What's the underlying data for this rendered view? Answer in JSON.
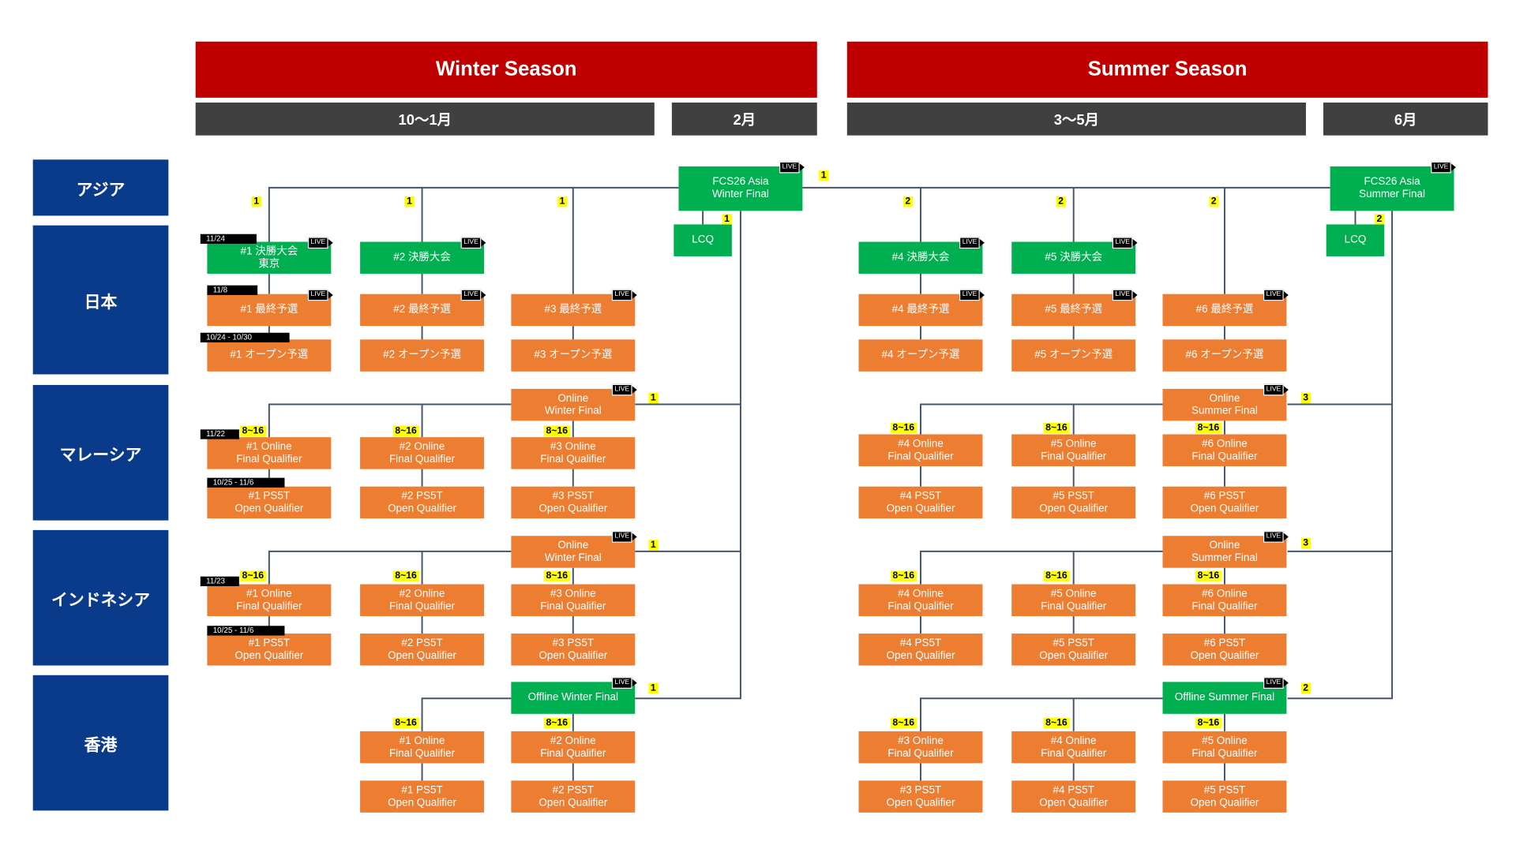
{
  "seasons": [
    {
      "label": "Winter Season"
    },
    {
      "label": "Summer Season"
    }
  ],
  "months": [
    {
      "label": "10〜1月"
    },
    {
      "label": "2月"
    },
    {
      "label": "3〜5月"
    },
    {
      "label": "6月"
    }
  ],
  "regions": [
    {
      "label": "アジア"
    },
    {
      "label": "日本"
    },
    {
      "label": "マレーシア"
    },
    {
      "label": "インドネシア"
    },
    {
      "label": "香港"
    }
  ],
  "badge_live": "LIVE",
  "colors": {
    "season": "#c00000",
    "month": "#404040",
    "region": "#0a3a8a",
    "qualifier": "#ed7d31",
    "final": "#00b050",
    "seats": "#ffff00"
  },
  "boxes": [
    {
      "id": "a1",
      "label": "FCS26 Asia\nWinter Final",
      "color": "green",
      "live": true
    },
    {
      "id": "a2",
      "label": "LCQ",
      "color": "green",
      "live": false
    },
    {
      "id": "a3",
      "label": "FCS26 Asia\nSummer Final",
      "color": "green",
      "live": true
    },
    {
      "id": "a4",
      "label": "LCQ",
      "color": "green",
      "live": false
    },
    {
      "id": "j1",
      "label": "#1 決勝大会\n東京",
      "color": "green",
      "live": true
    },
    {
      "id": "j2",
      "label": "#2 決勝大会",
      "color": "green",
      "live": true
    },
    {
      "id": "j3",
      "label": "#1 最終予選",
      "color": "orange",
      "live": true
    },
    {
      "id": "j4",
      "label": "#2 最終予選",
      "color": "orange",
      "live": true
    },
    {
      "id": "j5",
      "label": "#3 最終予選",
      "color": "orange",
      "live": true
    },
    {
      "id": "j6",
      "label": "#1 オープン予選",
      "color": "orange",
      "live": false
    },
    {
      "id": "j7",
      "label": "#2 オープン予選",
      "color": "orange",
      "live": false
    },
    {
      "id": "j8",
      "label": "#3 オープン予選",
      "color": "orange",
      "live": false
    },
    {
      "id": "j9",
      "label": "#4 決勝大会",
      "color": "green",
      "live": true
    },
    {
      "id": "j10",
      "label": "#5 決勝大会",
      "color": "green",
      "live": true
    },
    {
      "id": "j11",
      "label": "#4 最終予選",
      "color": "orange",
      "live": true
    },
    {
      "id": "j12",
      "label": "#5 最終予選",
      "color": "orange",
      "live": true
    },
    {
      "id": "j13",
      "label": "#6 最終予選",
      "color": "orange",
      "live": true
    },
    {
      "id": "j14",
      "label": "#4 オープン予選",
      "color": "orange",
      "live": false
    },
    {
      "id": "j15",
      "label": "#5 オープン予選",
      "color": "orange",
      "live": false
    },
    {
      "id": "j16",
      "label": "#6 オープン予選",
      "color": "orange",
      "live": false
    },
    {
      "id": "m1",
      "label": "Online\nWinter Final",
      "color": "orange",
      "live": true
    },
    {
      "id": "m2",
      "label": "#1 Online\nFinal Qualifier",
      "color": "orange",
      "live": false
    },
    {
      "id": "m3",
      "label": "#2 Online\nFinal Qualifier",
      "color": "orange",
      "live": false
    },
    {
      "id": "m4",
      "label": "#3 Online\nFinal Qualifier",
      "color": "orange",
      "live": false
    },
    {
      "id": "m5",
      "label": "#1 PS5T\nOpen Qualifier",
      "color": "orange",
      "live": false
    },
    {
      "id": "m6",
      "label": "#2 PS5T\nOpen Qualifier",
      "color": "orange",
      "live": false
    },
    {
      "id": "m7",
      "label": "#3 PS5T\nOpen Qualifier",
      "color": "orange",
      "live": false
    },
    {
      "id": "m8",
      "label": "Online\nSummer Final",
      "color": "orange",
      "live": true
    },
    {
      "id": "m9",
      "label": "#4 Online\nFinal Qualifier",
      "color": "orange",
      "live": false
    },
    {
      "id": "m10",
      "label": "#5 Online\nFinal Qualifier",
      "color": "orange",
      "live": false
    },
    {
      "id": "m11",
      "label": "#6 Online\nFinal Qualifier",
      "color": "orange",
      "live": false
    },
    {
      "id": "m12",
      "label": "#4 PS5T\nOpen Qualifier",
      "color": "orange",
      "live": false
    },
    {
      "id": "m13",
      "label": "#5 PS5T\nOpen Qualifier",
      "color": "orange",
      "live": false
    },
    {
      "id": "m14",
      "label": "#6 PS5T\nOpen Qualifier",
      "color": "orange",
      "live": false
    },
    {
      "id": "i1",
      "label": "Online\nWinter Final",
      "color": "orange",
      "live": true
    },
    {
      "id": "i2",
      "label": "#1 Online\nFinal Qualifier",
      "color": "orange",
      "live": false
    },
    {
      "id": "i3",
      "label": "#2 Online\nFinal Qualifier",
      "color": "orange",
      "live": false
    },
    {
      "id": "i4",
      "label": "#3 Online\nFinal Qualifier",
      "color": "orange",
      "live": false
    },
    {
      "id": "i5",
      "label": "#1 PS5T\nOpen Qualifier",
      "color": "orange",
      "live": false
    },
    {
      "id": "i6",
      "label": "#2 PS5T\nOpen Qualifier",
      "color": "orange",
      "live": false
    },
    {
      "id": "i7",
      "label": "#3 PS5T\nOpen Qualifier",
      "color": "orange",
      "live": false
    },
    {
      "id": "i8",
      "label": "Online\nSummer Final",
      "color": "orange",
      "live": true
    },
    {
      "id": "i9",
      "label": "#4 Online\nFinal Qualifier",
      "color": "orange",
      "live": false
    },
    {
      "id": "i10",
      "label": "#5 Online\nFinal Qualifier",
      "color": "orange",
      "live": false
    },
    {
      "id": "i11",
      "label": "#6 Online\nFinal Qualifier",
      "color": "orange",
      "live": false
    },
    {
      "id": "i12",
      "label": "#4 PS5T\nOpen Qualifier",
      "color": "orange",
      "live": false
    },
    {
      "id": "i13",
      "label": "#5 PS5T\nOpen Qualifier",
      "color": "orange",
      "live": false
    },
    {
      "id": "i14",
      "label": "#6 PS5T\nOpen Qualifier",
      "color": "orange",
      "live": false
    },
    {
      "id": "h1",
      "label": "Offline Winter Final",
      "color": "green",
      "live": true
    },
    {
      "id": "h2",
      "label": "#1 Online\nFinal Qualifier",
      "color": "orange",
      "live": false
    },
    {
      "id": "h3",
      "label": "#2 Online\nFinal Qualifier",
      "color": "orange",
      "live": false
    },
    {
      "id": "h4",
      "label": "#1 PS5T\nOpen Qualifier",
      "color": "orange",
      "live": false
    },
    {
      "id": "h5",
      "label": "#2 PS5T\nOpen Qualifier",
      "color": "orange",
      "live": false
    },
    {
      "id": "h6",
      "label": "Offline Summer Final",
      "color": "green",
      "live": true
    },
    {
      "id": "h7",
      "label": "#3 Online\nFinal Qualifier",
      "color": "orange",
      "live": false
    },
    {
      "id": "h8",
      "label": "#4 Online\nFinal Qualifier",
      "color": "orange",
      "live": false
    },
    {
      "id": "h9",
      "label": "#5 Online\nFinal Qualifier",
      "color": "orange",
      "live": false
    },
    {
      "id": "h10",
      "label": "#3 PS5T\nOpen Qualifier",
      "color": "orange",
      "live": false
    },
    {
      "id": "h11",
      "label": "#4 PS5T\nOpen Qualifier",
      "color": "orange",
      "live": false
    },
    {
      "id": "h12",
      "label": "#5 PS5T\nOpen Qualifier",
      "color": "orange",
      "live": false
    }
  ],
  "dates": [
    {
      "id": "d1",
      "label": "11/24"
    },
    {
      "id": "d2",
      "label": "11/8"
    },
    {
      "id": "d3",
      "label": "10/24 - 10/30"
    },
    {
      "id": "d4",
      "label": "11/22"
    },
    {
      "id": "d5",
      "label": "10/25 - 11/6"
    },
    {
      "id": "d6",
      "label": "11/23"
    },
    {
      "id": "d7",
      "label": "10/25 - 11/6"
    }
  ],
  "seats": [
    {
      "id": "s1",
      "label": "1"
    },
    {
      "id": "s2",
      "label": "1"
    },
    {
      "id": "s3",
      "label": "1"
    },
    {
      "id": "s4",
      "label": "1"
    },
    {
      "id": "s5",
      "label": "2"
    },
    {
      "id": "s6",
      "label": "2"
    },
    {
      "id": "s7",
      "label": "2"
    },
    {
      "id": "s8",
      "label": "1"
    },
    {
      "id": "s9",
      "label": "2"
    },
    {
      "id": "s10",
      "label": "1"
    },
    {
      "id": "s11",
      "label": "8~16"
    },
    {
      "id": "s12",
      "label": "8~16"
    },
    {
      "id": "s13",
      "label": "8~16"
    },
    {
      "id": "s14",
      "label": "3"
    },
    {
      "id": "s15",
      "label": "8~16"
    },
    {
      "id": "s16",
      "label": "8~16"
    },
    {
      "id": "s17",
      "label": "8~16"
    },
    {
      "id": "s18",
      "label": "1"
    },
    {
      "id": "s19",
      "label": "8~16"
    },
    {
      "id": "s20",
      "label": "8~16"
    },
    {
      "id": "s21",
      "label": "8~16"
    },
    {
      "id": "s22",
      "label": "3"
    },
    {
      "id": "s23",
      "label": "8~16"
    },
    {
      "id": "s24",
      "label": "8~16"
    },
    {
      "id": "s25",
      "label": "8~16"
    },
    {
      "id": "s26",
      "label": "1"
    },
    {
      "id": "s27",
      "label": "8~16"
    },
    {
      "id": "s28",
      "label": "8~16"
    },
    {
      "id": "s29",
      "label": "2"
    },
    {
      "id": "s30",
      "label": "8~16"
    },
    {
      "id": "s31",
      "label": "8~16"
    },
    {
      "id": "s32",
      "label": "8~16"
    }
  ]
}
